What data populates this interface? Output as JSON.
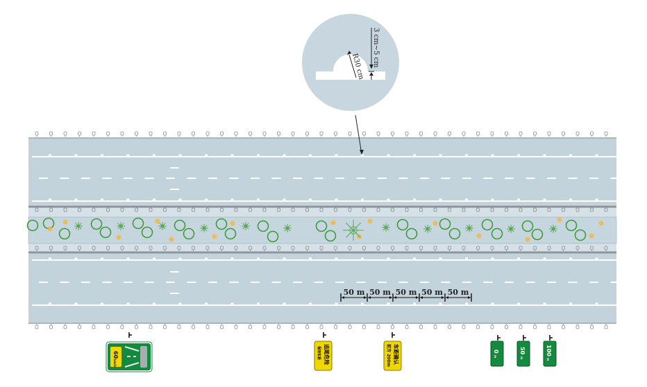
{
  "colors": {
    "road": "#c3d3dc",
    "marking": "#ffffff",
    "median": "#c6d6de",
    "guardrail": "#8d9499",
    "tree": "#3f9a3c",
    "shrub": "#5aa552",
    "flower": "#f5b646",
    "detail_circle": "#c7d6df",
    "sign_green": "#138a3e",
    "sign_yellow": "#f2d600"
  },
  "detail": {
    "gap_label": "3 cm~5 cm",
    "radius_label": "R30 cm"
  },
  "dimensions": {
    "segments": [
      "50 m",
      "50 m",
      "50 m",
      "50 m",
      "50 m"
    ]
  },
  "signs": {
    "speed_limit": {
      "value": "60",
      "unit": "km/h",
      "icon": "lane-reduction-icon"
    },
    "rear_end_warning": {
      "line1": "追尾危险",
      "line2": "保持车距"
    },
    "distance_check": {
      "line1": "车距确认",
      "line2": "前方 200m"
    },
    "distance_markers": [
      {
        "value": "0",
        "unit": "m"
      },
      {
        "value": "50",
        "unit": "m"
      },
      {
        "value": "100",
        "unit": "m"
      }
    ]
  }
}
